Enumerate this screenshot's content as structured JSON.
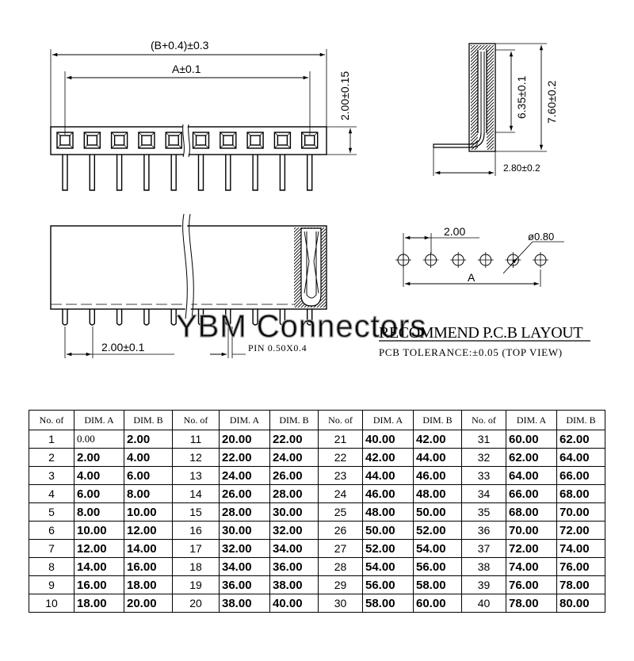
{
  "drawing": {
    "front_view": {
      "overall_dim": "(B+0.4)±0.3",
      "pitch_span_dim": "A±0.1",
      "height_dim": "2.00±0.15"
    },
    "side_view": {
      "inner_height_dim": "6.35±0.1",
      "outer_height_dim": "7.60±0.2",
      "width_dim": "2.80±0.2"
    },
    "bottom_view": {
      "pitch_dim": "2.00±0.1",
      "pin_label": "PIN 0.50X0.4"
    },
    "pcb_layout": {
      "pitch_dim": "2.00",
      "hole_dim": "ø0.80",
      "span_label": "A",
      "title": "RECOMMEND P.C.B LAYOUT",
      "tolerance": "PCB TOLERANCE:±0.05 (TOP VIEW)"
    },
    "watermark": "YBM Connectors"
  },
  "table": {
    "headers": [
      "No. of",
      "DIM. A",
      "DIM. B"
    ],
    "rows": [
      [
        [
          "1",
          "0.00",
          "2.00"
        ],
        [
          "11",
          "20.00",
          "22.00"
        ],
        [
          "21",
          "40.00",
          "42.00"
        ],
        [
          "31",
          "60.00",
          "62.00"
        ]
      ],
      [
        [
          "2",
          "2.00",
          "4.00"
        ],
        [
          "12",
          "22.00",
          "24.00"
        ],
        [
          "22",
          "42.00",
          "44.00"
        ],
        [
          "32",
          "62.00",
          "64.00"
        ]
      ],
      [
        [
          "3",
          "4.00",
          "6.00"
        ],
        [
          "13",
          "24.00",
          "26.00"
        ],
        [
          "23",
          "44.00",
          "46.00"
        ],
        [
          "33",
          "64.00",
          "66.00"
        ]
      ],
      [
        [
          "4",
          "6.00",
          "8.00"
        ],
        [
          "14",
          "26.00",
          "28.00"
        ],
        [
          "24",
          "46.00",
          "48.00"
        ],
        [
          "34",
          "66.00",
          "68.00"
        ]
      ],
      [
        [
          "5",
          "8.00",
          "10.00"
        ],
        [
          "15",
          "28.00",
          "30.00"
        ],
        [
          "25",
          "48.00",
          "50.00"
        ],
        [
          "35",
          "68.00",
          "70.00"
        ]
      ],
      [
        [
          "6",
          "10.00",
          "12.00"
        ],
        [
          "16",
          "30.00",
          "32.00"
        ],
        [
          "26",
          "50.00",
          "52.00"
        ],
        [
          "36",
          "70.00",
          "72.00"
        ]
      ],
      [
        [
          "7",
          "12.00",
          "14.00"
        ],
        [
          "17",
          "32.00",
          "34.00"
        ],
        [
          "27",
          "52.00",
          "54.00"
        ],
        [
          "37",
          "72.00",
          "74.00"
        ]
      ],
      [
        [
          "8",
          "14.00",
          "16.00"
        ],
        [
          "18",
          "34.00",
          "36.00"
        ],
        [
          "28",
          "54.00",
          "56.00"
        ],
        [
          "38",
          "74.00",
          "76.00"
        ]
      ],
      [
        [
          "9",
          "16.00",
          "18.00"
        ],
        [
          "19",
          "36.00",
          "38.00"
        ],
        [
          "29",
          "56.00",
          "58.00"
        ],
        [
          "39",
          "76.00",
          "78.00"
        ]
      ],
      [
        [
          "10",
          "18.00",
          "20.00"
        ],
        [
          "20",
          "38.00",
          "40.00"
        ],
        [
          "30",
          "58.00",
          "60.00"
        ],
        [
          "40",
          "78.00",
          "80.00"
        ]
      ]
    ]
  }
}
